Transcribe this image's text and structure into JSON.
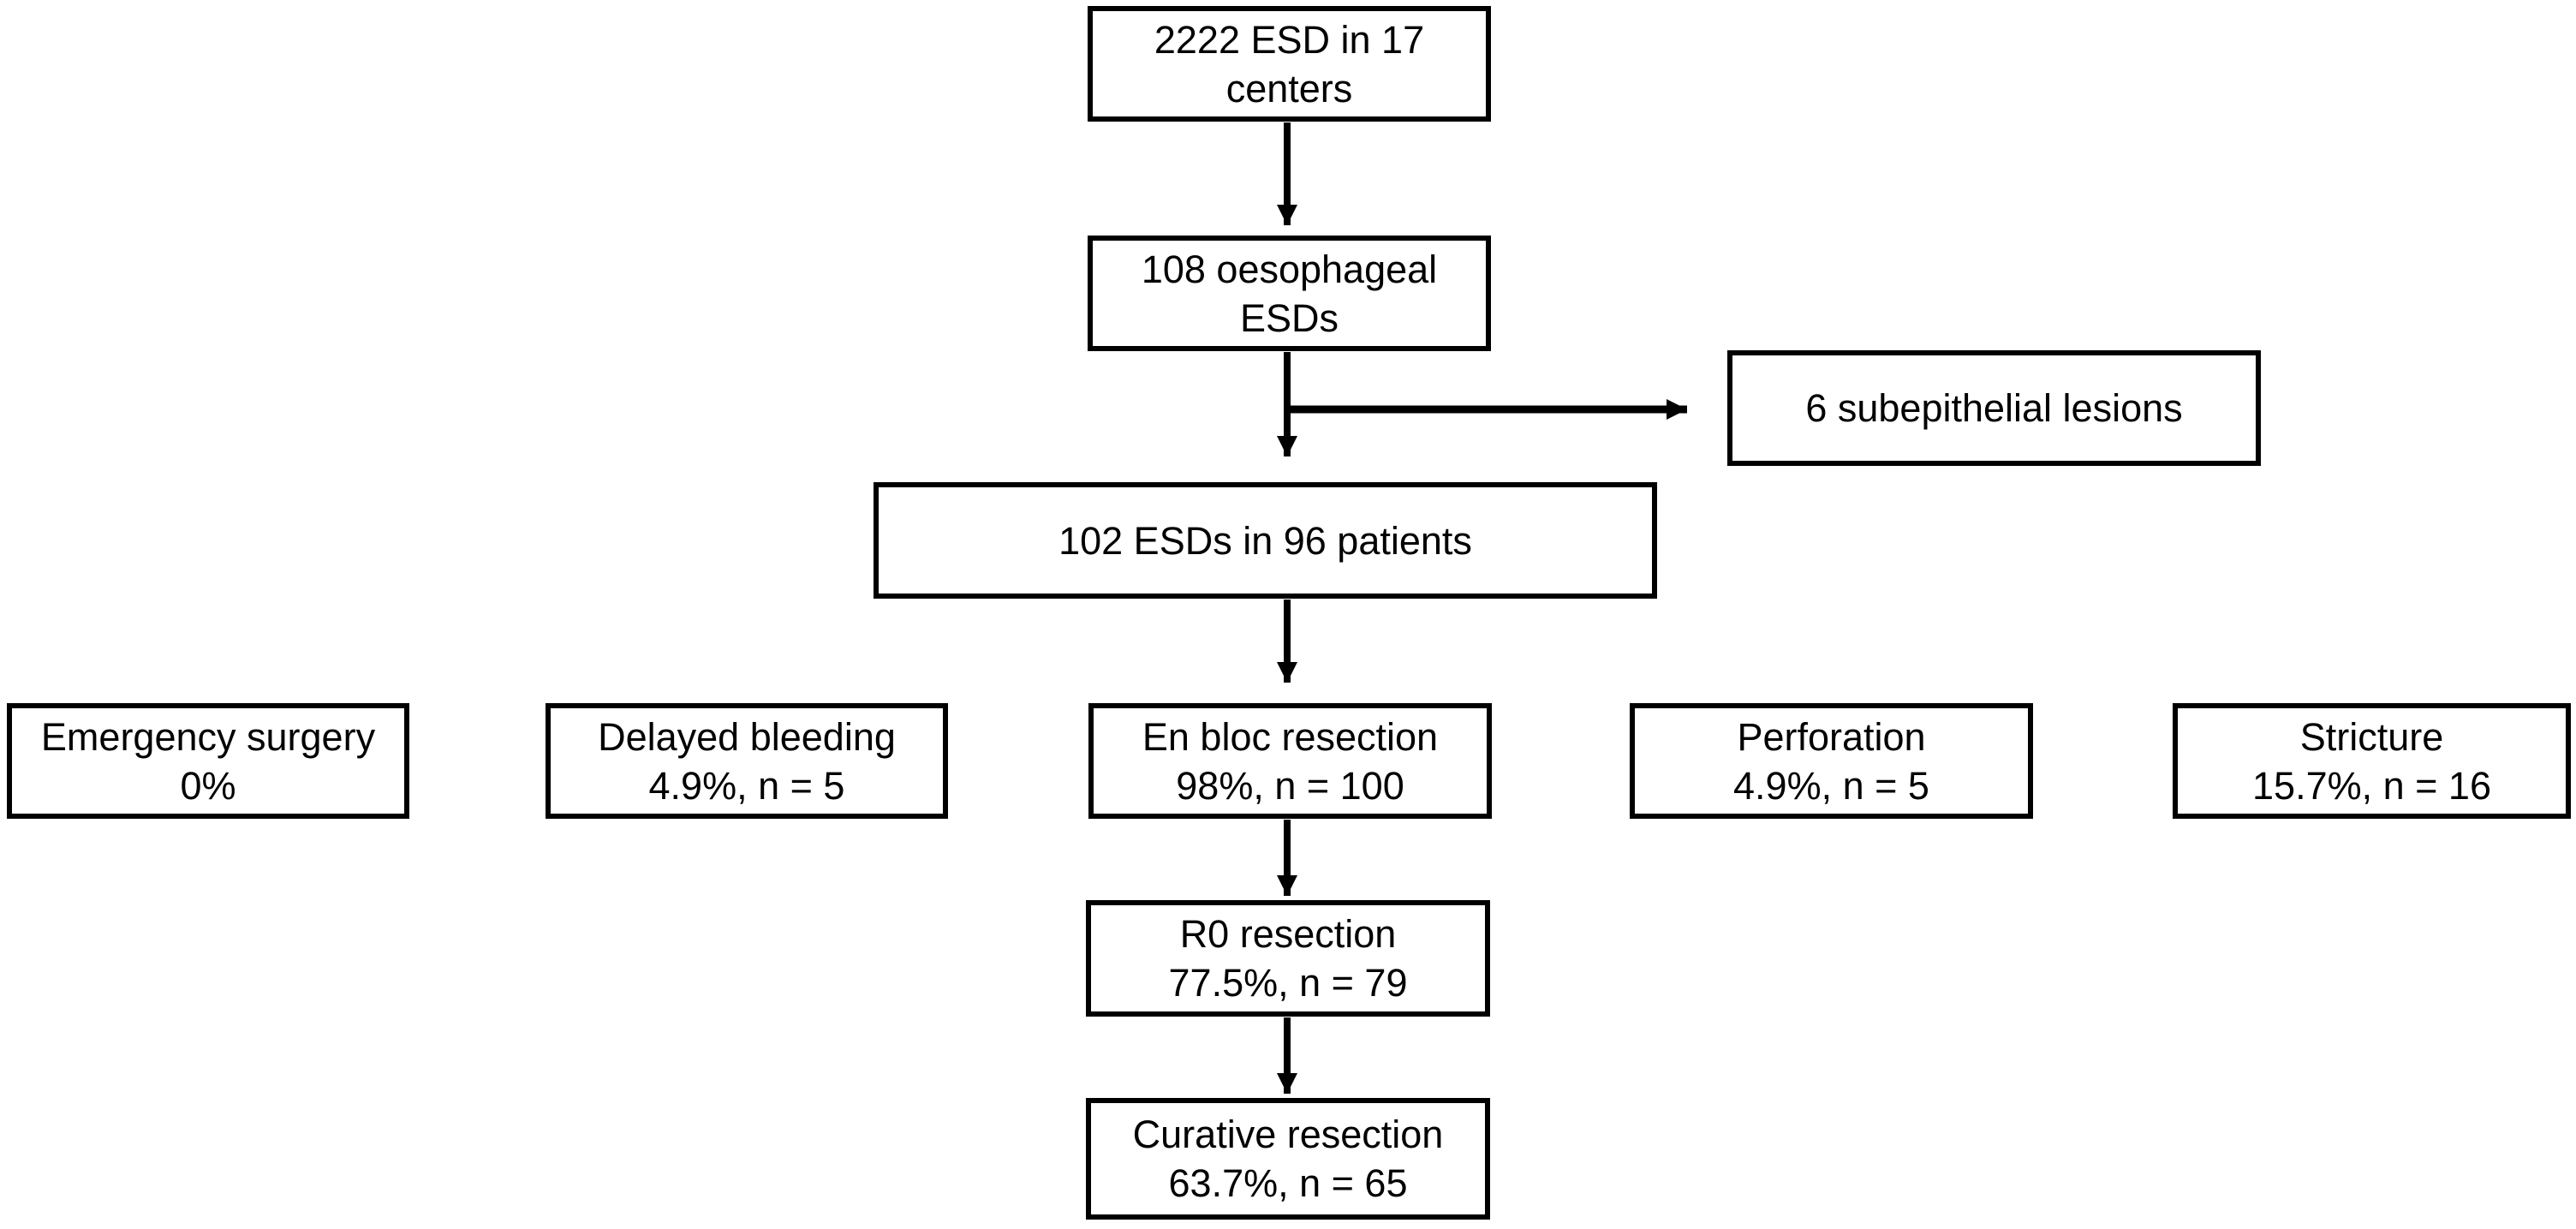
{
  "colors": {
    "background": "#ffffff",
    "box_fill": "#ffffff",
    "box_border": "#000000",
    "text": "#000000",
    "arrow": "#000000"
  },
  "nodes": {
    "total": {
      "line1": "2222 ESD in 17",
      "line2": "centers"
    },
    "oesophageal": {
      "line1": "108 oesophageal",
      "line2": "ESDs"
    },
    "subepithelial": {
      "line1": "6 subepithelial lesions"
    },
    "included": {
      "line1": "102 ESDs in 96 patients"
    },
    "emergency": {
      "line1": "Emergency surgery",
      "line2": "0%"
    },
    "delayed": {
      "line1": "Delayed bleeding",
      "line2": "4.9%, n = 5"
    },
    "enbloc": {
      "line1": "En bloc resection",
      "line2": "98%, n = 100"
    },
    "perforation": {
      "line1": "Perforation",
      "line2": "4.9%, n = 5"
    },
    "stricture": {
      "line1": "Stricture",
      "line2": "15.7%, n = 16"
    },
    "r0": {
      "line1": "R0 resection",
      "line2": "77.5%, n = 79"
    },
    "curative": {
      "line1": "Curative resection",
      "line2": "63.7%, n = 65"
    }
  },
  "edges": [
    {
      "from": "total",
      "to": "oesophageal"
    },
    {
      "from": "oesophageal",
      "to": "subepithelial"
    },
    {
      "from": "oesophageal",
      "to": "included"
    },
    {
      "from": "included",
      "to": "enbloc"
    },
    {
      "from": "enbloc",
      "to": "r0"
    },
    {
      "from": "r0",
      "to": "curative"
    }
  ]
}
